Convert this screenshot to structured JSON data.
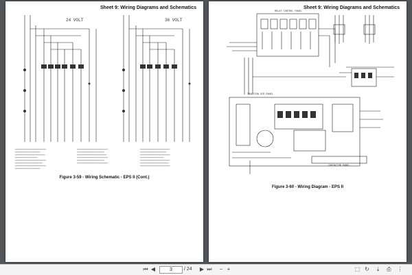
{
  "left_page": {
    "sheet_title": "Sheet 9: Wiring Diagrams and Schematics",
    "volt_left": "24 VOLT",
    "volt_right": "36 VOLT",
    "caption": "Figure 3-59 - Wiring Schematic - EPS II (Cont.)"
  },
  "right_page": {
    "sheet_title": "Sheet 9: Wiring Diagrams and Schematics",
    "relay_label": "RELAY CONTROL PANEL",
    "traction_label": "TRACTION SCR PANEL",
    "contactor_label": "CONTACTOR PANEL",
    "caption": "Figure 3-60 - Wiring Diagram - EPS II"
  },
  "toolbar": {
    "current_page": "3",
    "total_pages": "/ 24"
  }
}
